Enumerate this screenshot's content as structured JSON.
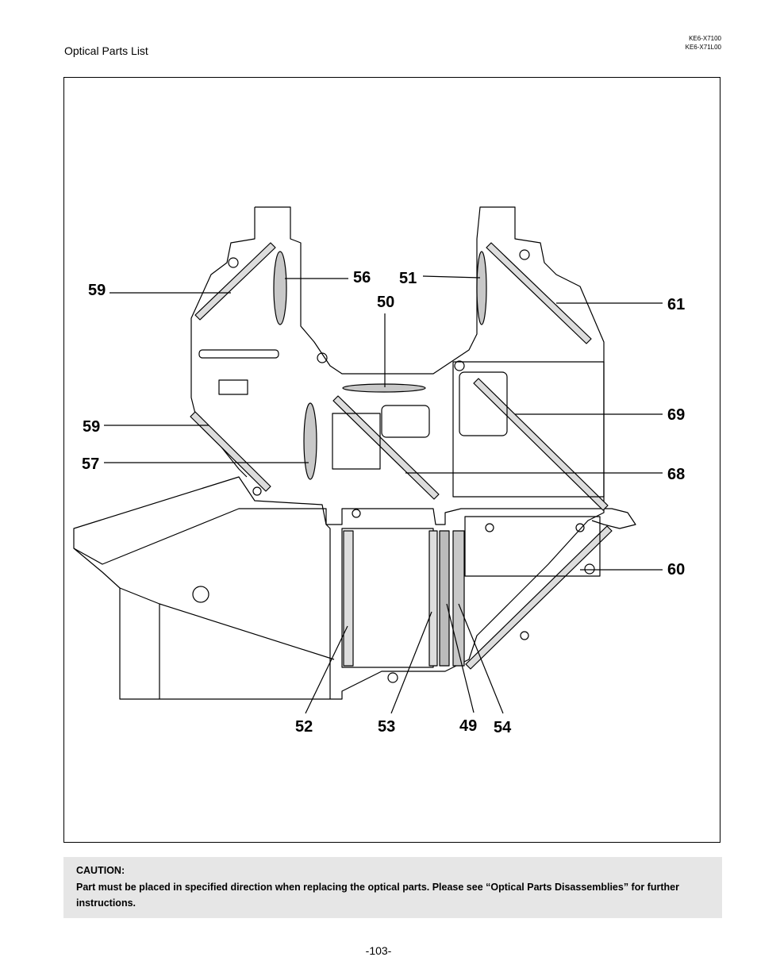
{
  "header": {
    "title": "Optical Parts List",
    "model_codes": [
      "KE6-X7100",
      "KE6-X71L00"
    ]
  },
  "figure": {
    "callouts": {
      "c59a": "59",
      "c56": "56",
      "c51": "51",
      "c50": "50",
      "c61": "61",
      "c59b": "59",
      "c69": "69",
      "c57": "57",
      "c68": "68",
      "c60": "60",
      "c52": "52",
      "c53": "53",
      "c49": "49",
      "c54": "54"
    }
  },
  "caution": {
    "title": "CAUTION:",
    "text": "Part must be placed in specified direction when replacing the optical parts. Please see “Optical Parts Disassemblies” for further instructions."
  },
  "footer": {
    "page_number": "-103-"
  }
}
